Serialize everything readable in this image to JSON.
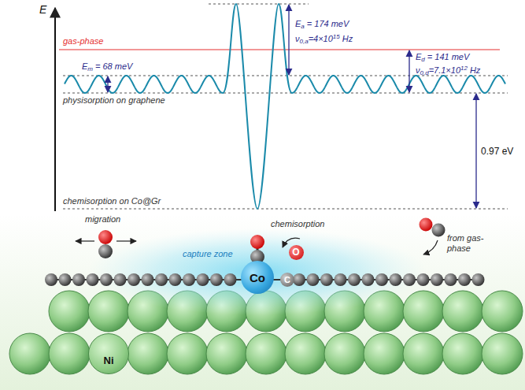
{
  "diagram": {
    "nodes": [
      {
        "text": [
          "Co"
        ]
      },
      {
        "text": [
          "C"
        ]
      },
      {
        "text": [
          "O"
        ]
      },
      {
        "text": [
          "Ni"
        ]
      }
    ],
    "labels": [
      "E",
      "gas-phase",
      "E",
      "m",
      "= 68 meV",
      "E",
      "a",
      "= 174 meV",
      "ν",
      "0,a",
      "=4×10",
      "15",
      "Hz",
      "E",
      "d",
      "= 141 meV",
      "ν",
      "0,d",
      "=7.1×10",
      "12",
      "Hz",
      "physisorption on graphene",
      "0.97 eV",
      "chemisorption on Co@Gr",
      "migration",
      "chemisorption",
      "capture zone",
      "from gas-phase"
    ]
  }
}
